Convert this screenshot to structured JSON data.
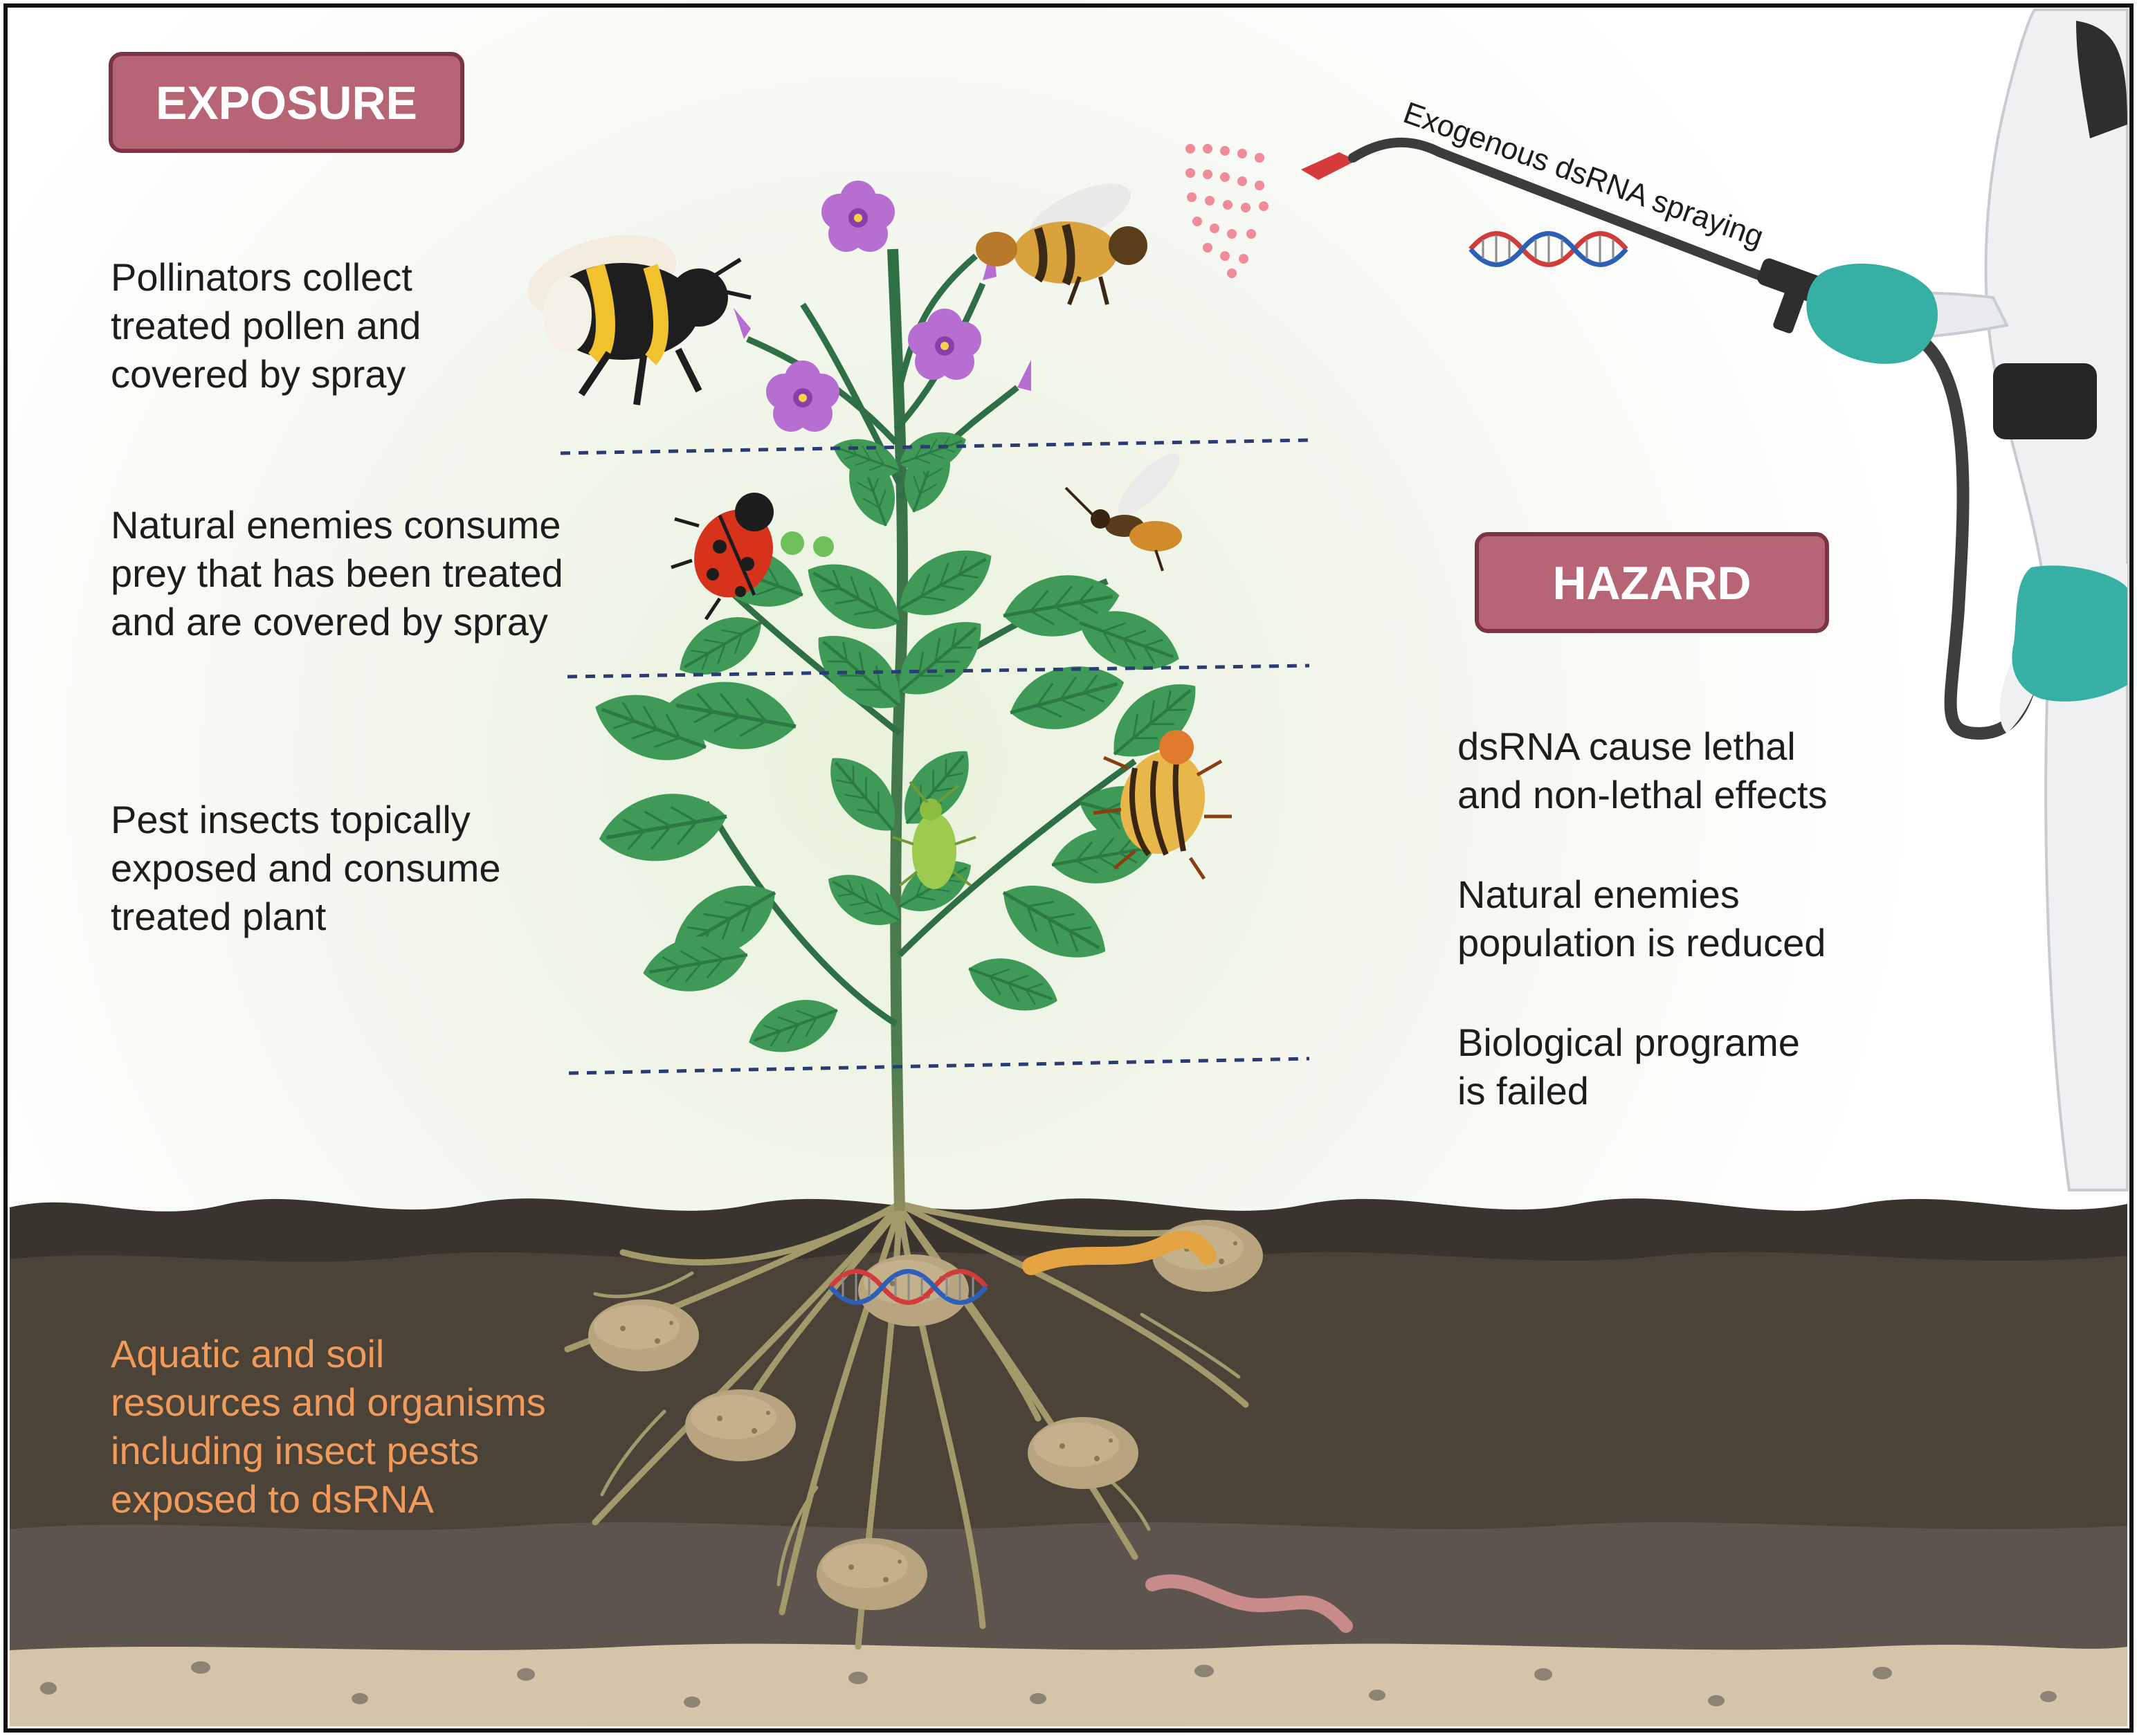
{
  "exposure": {
    "header": "EXPOSURE",
    "pollinators": [
      "Pollinators collect",
      "treated pollen and",
      "covered by spray"
    ],
    "natural_enemies": [
      "Natural enemies consume",
      "prey that has been treated",
      "and are covered by spray"
    ],
    "pests": [
      "Pest insects topically",
      "exposed and consume",
      "treated plant"
    ],
    "soil": [
      "Aquatic and soil",
      "resources and organisms",
      "including insect pests",
      "exposed to dsRNA"
    ]
  },
  "hazard": {
    "header": "HAZARD",
    "effects": [
      "dsRNA cause lethal",
      "and non-lethal effects"
    ],
    "enemies_reduced": [
      "Natural enemies",
      "population is reduced"
    ],
    "program_failed": [
      "Biological programe",
      "is failed"
    ]
  },
  "sprayer": {
    "label": "Exogenous dsRNA spraying"
  },
  "colors": {
    "header_fill": "#b76475",
    "header_border": "#7b3444",
    "body_text": "#1d1d1d",
    "soil_text": "#f19a59",
    "leaf": "#3f9a57",
    "stem": "#2f6f45",
    "flower": "#b66fd0",
    "soil_top": "#3a342e",
    "soil_mid": "#4b4238",
    "soil_deep": "#5d554d",
    "bedrock": "#d4c5aa",
    "dashed_line": "#2b3b73",
    "glove": "#36b0a4",
    "spray_dots": "#f08b9a"
  }
}
